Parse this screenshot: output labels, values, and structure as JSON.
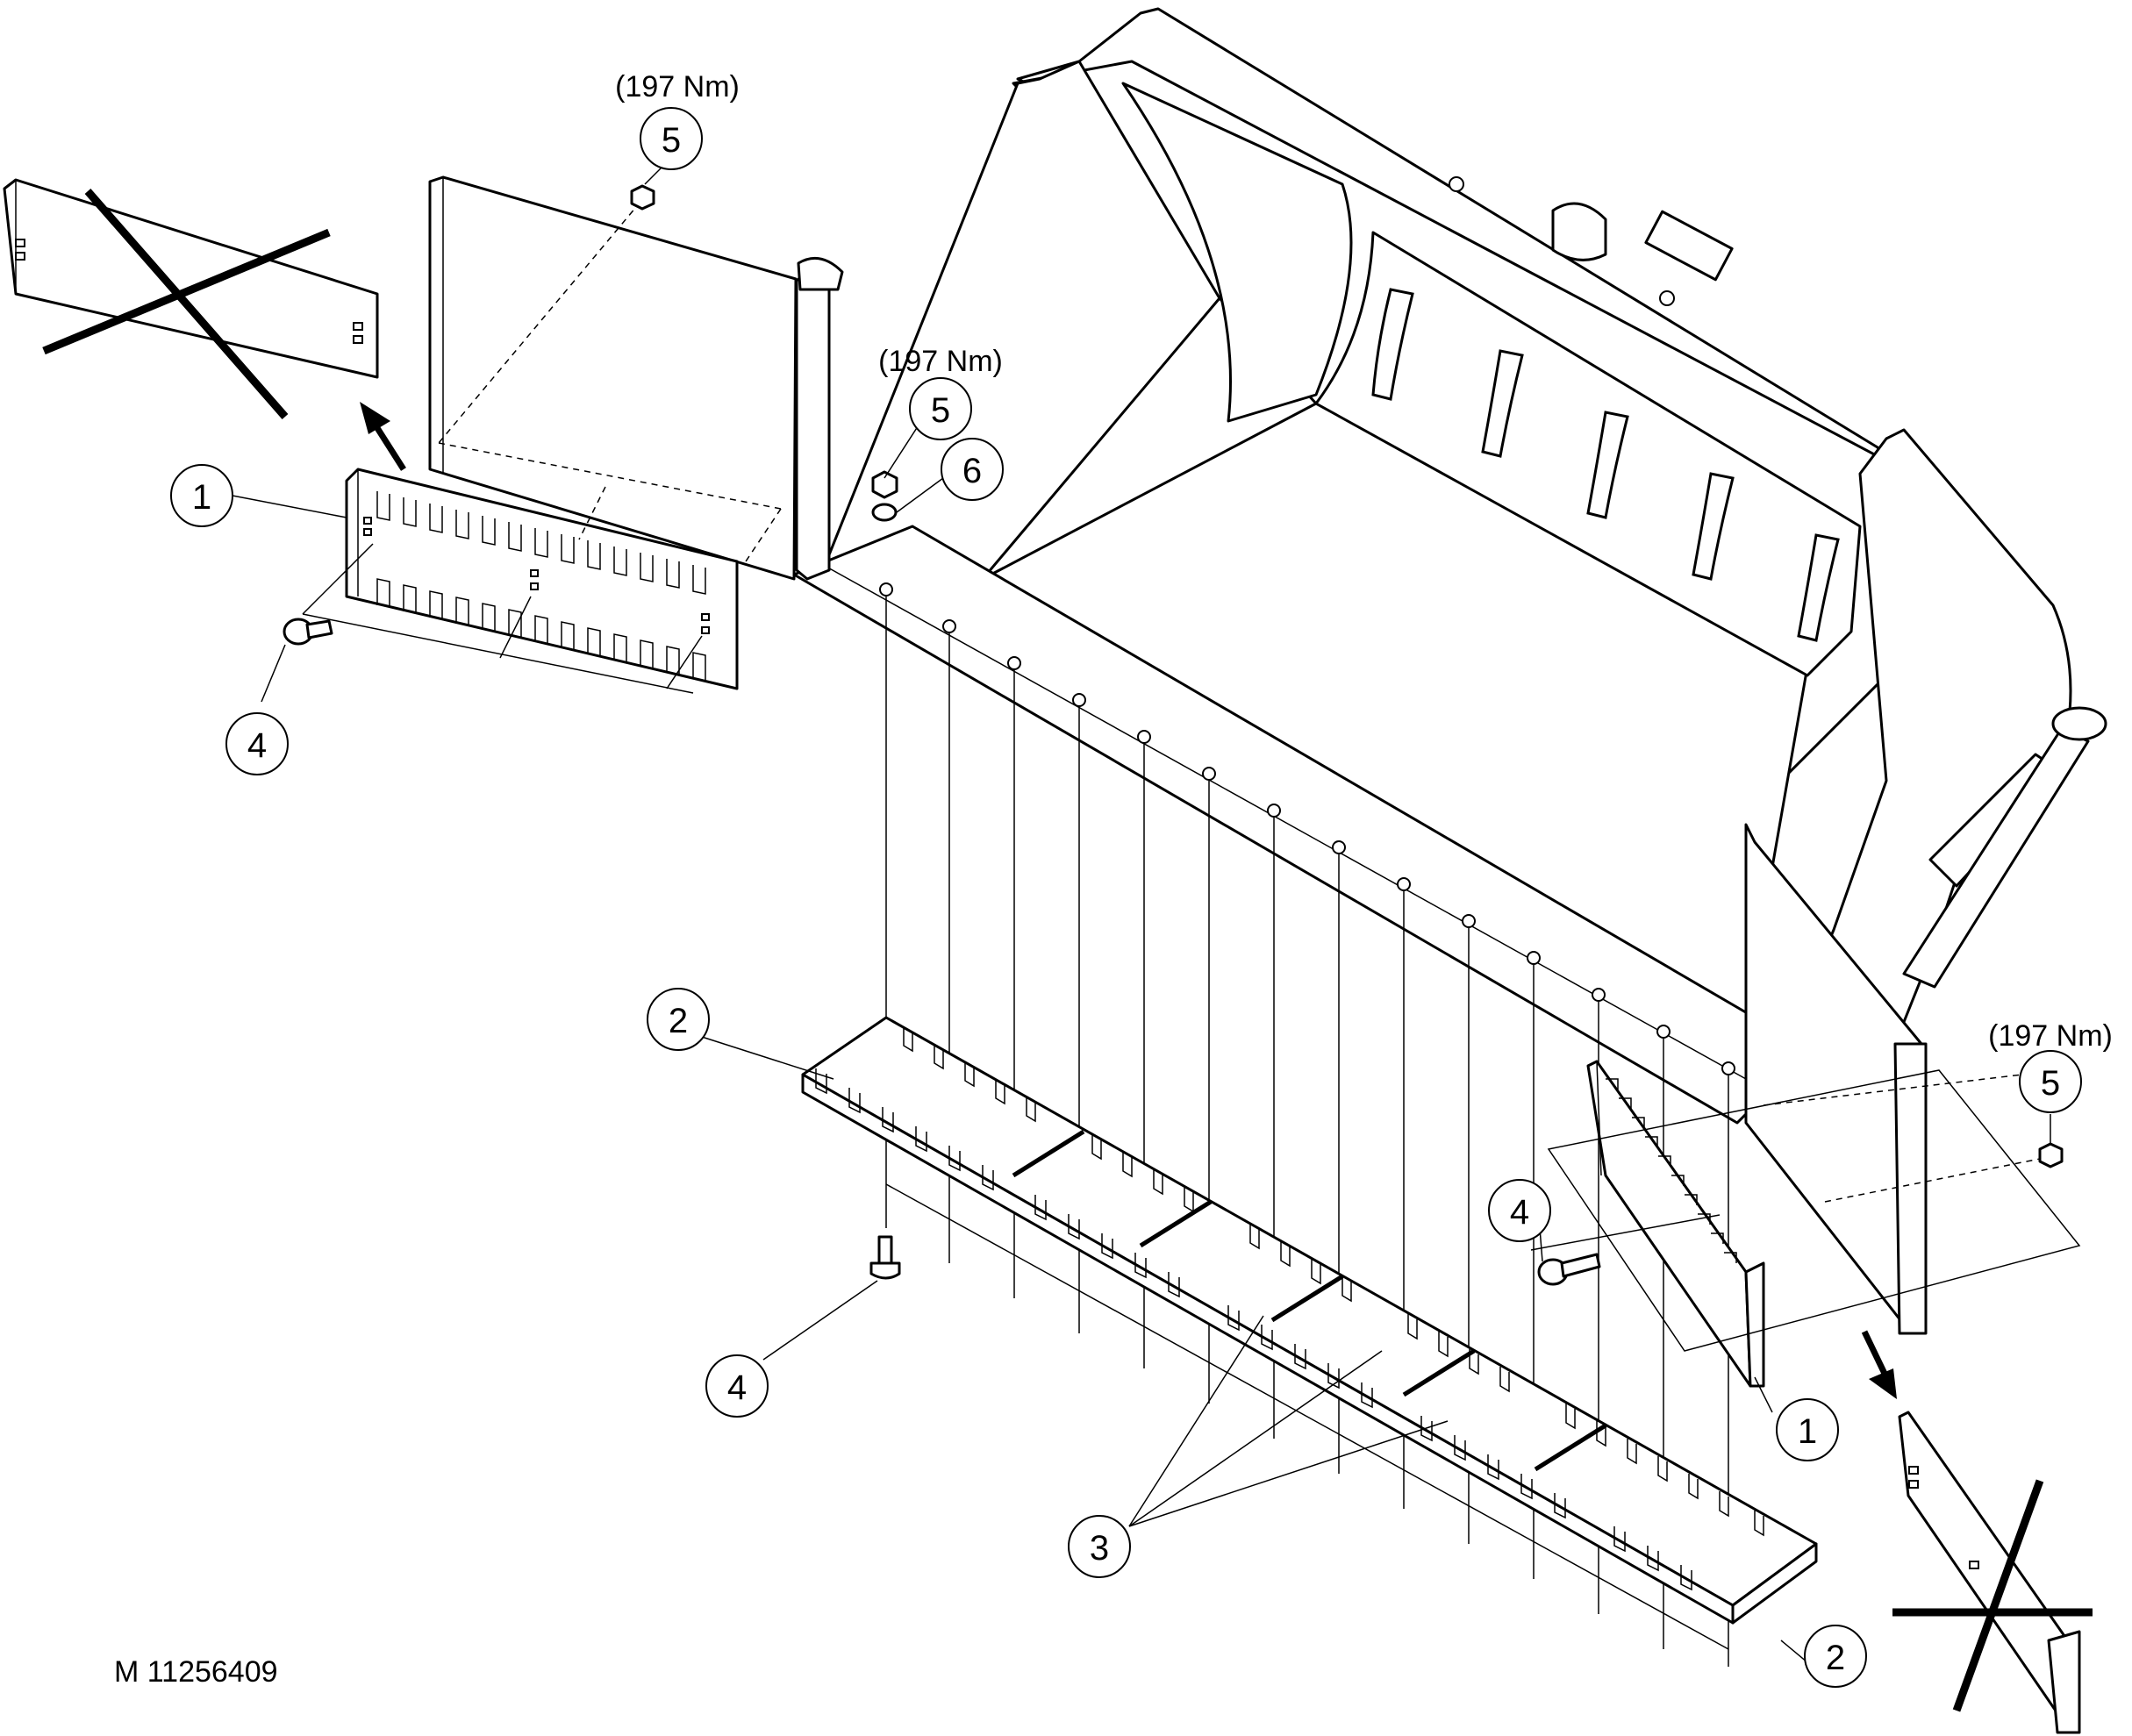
{
  "document_number": "M 11256409",
  "callouts": [
    {
      "id": "c1a",
      "label": "1"
    },
    {
      "id": "c1b",
      "label": "1"
    },
    {
      "id": "c2a",
      "label": "2"
    },
    {
      "id": "c2b",
      "label": "2"
    },
    {
      "id": "c3",
      "label": "3"
    },
    {
      "id": "c4a",
      "label": "4"
    },
    {
      "id": "c4b",
      "label": "4"
    },
    {
      "id": "c4c",
      "label": "4"
    },
    {
      "id": "c5a",
      "label": "5"
    },
    {
      "id": "c5b",
      "label": "5"
    },
    {
      "id": "c5c",
      "label": "5"
    },
    {
      "id": "c6",
      "label": "6"
    }
  ],
  "torque_labels": [
    {
      "id": "t1",
      "text": "(197 Nm)"
    },
    {
      "id": "t2",
      "text": "(197 Nm)"
    },
    {
      "id": "t3",
      "text": "(197 Nm)"
    }
  ]
}
